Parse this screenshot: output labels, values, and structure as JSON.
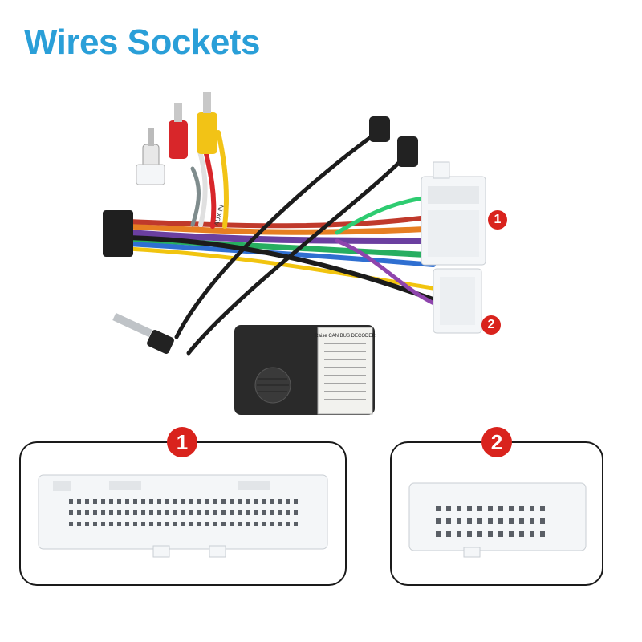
{
  "header": {
    "title": "Wires Sockets"
  },
  "labels": {
    "decoder_title": "Raise CAN BUS DECODER",
    "aux_in": "AUX IN",
    "connector_1": "1",
    "connector_2": "2"
  },
  "colors": {
    "title": "#2a9fd8",
    "badge": "#d9231d",
    "connector_plastic": "#f4f6f8",
    "cable_black": "#1c1c1c",
    "rca_red": "#d8262a",
    "rca_yellow": "#f2c316",
    "rca_white": "#e8e8e8"
  }
}
